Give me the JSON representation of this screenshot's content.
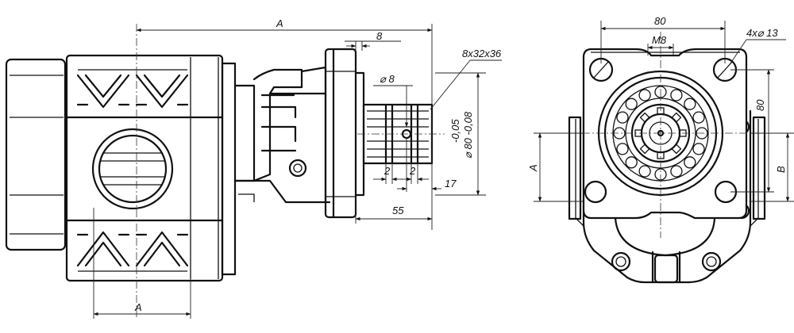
{
  "side_view": {
    "dim_overall_length": "A",
    "dim_flange_thickness": "8",
    "dim_spline": "8x32x36",
    "dim_pin_diameter": "⌀ 8",
    "dim_tolerance_upper": "-0,05",
    "dim_pilot_diameter": "⌀ 80 -0,08",
    "dim_groove_left": "2",
    "dim_groove_right": "2",
    "dim_pin_offset": "17",
    "dim_shaft_length": "55",
    "dim_port_offset": "A"
  },
  "front_view": {
    "dim_width": "80",
    "dim_thread": "M8",
    "dim_holes": "4x⌀ 13",
    "dim_hole_spacing": "80",
    "dim_port_a": "A",
    "dim_port_b": "B"
  }
}
